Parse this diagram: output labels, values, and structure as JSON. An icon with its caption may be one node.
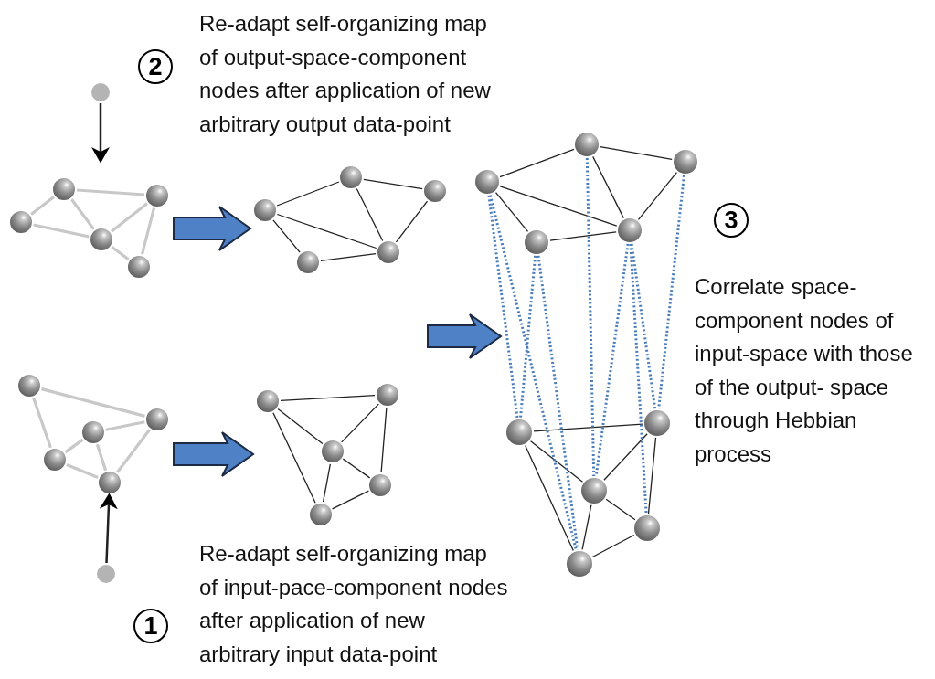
{
  "diagram": {
    "nodes": [
      {
        "text": [
          "2"
        ],
        "beside": [
          "Re-adapt self-organizing map of output-space-component nodes after application of new arbitrary output data-point"
        ]
      },
      {
        "text": [],
        "shape": "circle"
      },
      {
        "text": [],
        "shape": "circle"
      },
      {
        "text": [],
        "shape": "circle"
      },
      {
        "text": [],
        "shape": "circle"
      },
      {
        "text": [],
        "shape": "circle"
      },
      {
        "text": [],
        "shape": "circle"
      },
      {
        "text": [],
        "shape": "circle"
      },
      {
        "text": [],
        "shape": "circle"
      },
      {
        "text": [],
        "shape": "circle"
      },
      {
        "text": [],
        "shape": "circle"
      },
      {
        "text": [],
        "shape": "circle"
      },
      {
        "text": [],
        "shape": "circle"
      },
      {
        "text": [],
        "shape": "circle"
      },
      {
        "text": [],
        "shape": "circle"
      },
      {
        "text": [],
        "shape": "circle"
      },
      {
        "text": [],
        "shape": "circle"
      },
      {
        "text": [
          "3"
        ],
        "beside": [
          "Correlate space- component nodes of input-space with those of the output- space through Hebbian process"
        ]
      },
      {
        "text": [],
        "shape": "circle"
      },
      {
        "text": [],
        "shape": "circle"
      },
      {
        "text": [],
        "shape": "circle"
      },
      {
        "text": [],
        "shape": "circle"
      },
      {
        "text": [],
        "shape": "circle"
      },
      {
        "text": [],
        "shape": "circle"
      },
      {
        "text": [],
        "shape": "circle"
      },
      {
        "text": [],
        "shape": "circle"
      },
      {
        "text": [],
        "shape": "circle"
      },
      {
        "text": [],
        "shape": "circle"
      },
      {
        "text": [],
        "shape": "circle"
      },
      {
        "text": [],
        "shape": "circle"
      },
      {
        "text": [],
        "shape": "circle"
      },
      {
        "text": [],
        "shape": "circle"
      },
      {
        "text": [],
        "shape": "circle"
      },
      {
        "text": [],
        "shape": "circle"
      },
      {
        "text": [
          "1"
        ],
        "beside": [
          "Re-adapt self-organizing map of input-pace-component nodes after application of new arbitrary input data-point"
        ]
      }
    ],
    "edges": [
      {
        "from": 1,
        "to": null,
        "arrow": "to"
      },
      {
        "from": 2,
        "to": 3,
        "arrow": "none",
        "style": "thick",
        "color": "#c8c8c8"
      },
      {
        "from": 2,
        "to": 4,
        "arrow": "none",
        "style": "thick",
        "color": "#c8c8c8"
      },
      {
        "from": 2,
        "to": 5,
        "arrow": "none",
        "style": "thick",
        "color": "#c8c8c8"
      },
      {
        "from": 3,
        "to": 5,
        "arrow": "none",
        "style": "thick",
        "color": "#c8c8c8"
      },
      {
        "from": 3,
        "to": 6,
        "arrow": "none",
        "style": "thick",
        "color": "#c8c8c8"
      },
      {
        "from": 4,
        "to": 5,
        "arrow": "none",
        "style": "thick",
        "color": "#c8c8c8"
      },
      {
        "from": 5,
        "to": 6,
        "arrow": "none",
        "style": "thick",
        "color": "#c8c8c8"
      },
      {
        "from": 9,
        "to": 7,
        "arrow": "none"
      },
      {
        "from": 7,
        "to": 8,
        "arrow": "none"
      },
      {
        "from": 7,
        "to": 10,
        "arrow": "none"
      },
      {
        "from": 8,
        "to": 10,
        "arrow": "none"
      },
      {
        "from": 9,
        "to": 10,
        "arrow": "none"
      },
      {
        "from": 9,
        "to": 11,
        "arrow": "none"
      },
      {
        "from": 11,
        "to": 10,
        "arrow": "none"
      },
      {
        "from": 14,
        "to": 12,
        "arrow": "none"
      },
      {
        "from": 12,
        "to": 13,
        "arrow": "none"
      },
      {
        "from": 12,
        "to": 15,
        "arrow": "none"
      },
      {
        "from": 13,
        "to": 15,
        "arrow": "none"
      },
      {
        "from": 14,
        "to": 15,
        "arrow": "none"
      },
      {
        "from": 14,
        "to": 16,
        "arrow": "none"
      },
      {
        "from": 16,
        "to": 15,
        "arrow": "none"
      },
      {
        "from": 18,
        "to": 19,
        "arrow": "none",
        "style": "thick",
        "color": "#c8c8c8"
      },
      {
        "from": 18,
        "to": 21,
        "arrow": "none",
        "style": "thick",
        "color": "#c8c8c8"
      },
      {
        "from": 20,
        "to": 19,
        "arrow": "none",
        "style": "thick",
        "color": "#c8c8c8"
      },
      {
        "from": 20,
        "to": 21,
        "arrow": "none",
        "style": "thick",
        "color": "#c8c8c8"
      },
      {
        "from": 20,
        "to": 22,
        "arrow": "none",
        "style": "thick",
        "color": "#c8c8c8"
      },
      {
        "from": 21,
        "to": 22,
        "arrow": "none",
        "style": "thick",
        "color": "#c8c8c8"
      },
      {
        "from": 19,
        "to": 22,
        "arrow": "none",
        "style": "thick",
        "color": "#c8c8c8"
      },
      {
        "from": 23,
        "to": 24,
        "arrow": "none"
      },
      {
        "from": 23,
        "to": 25,
        "arrow": "none"
      },
      {
        "from": 23,
        "to": 27,
        "arrow": "none"
      },
      {
        "from": 24,
        "to": 25,
        "arrow": "none"
      },
      {
        "from": 24,
        "to": 26,
        "arrow": "none"
      },
      {
        "from": 25,
        "to": 26,
        "arrow": "none"
      },
      {
        "from": 25,
        "to": 27,
        "arrow": "none"
      },
      {
        "from": 27,
        "to": 26,
        "arrow": "none"
      },
      {
        "from": 28,
        "to": 29,
        "arrow": "none"
      },
      {
        "from": 28,
        "to": 30,
        "arrow": "none"
      },
      {
        "from": 28,
        "to": 32,
        "arrow": "none"
      },
      {
        "from": 29,
        "to": 30,
        "arrow": "none"
      },
      {
        "from": 29,
        "to": 31,
        "arrow": "none"
      },
      {
        "from": 30,
        "to": 31,
        "arrow": "none"
      },
      {
        "from": 30,
        "to": 32,
        "arrow": "none"
      },
      {
        "from": 32,
        "to": 31,
        "arrow": "none"
      },
      {
        "from": 14,
        "to": 28,
        "arrow": "none",
        "style": "dashed",
        "color": "#4a7ebb"
      },
      {
        "from": 14,
        "to": 32,
        "arrow": "none",
        "style": "dashed",
        "color": "#4a7ebb"
      },
      {
        "from": 16,
        "to": 28,
        "arrow": "none",
        "style": "dashed",
        "color": "#4a7ebb"
      },
      {
        "from": 16,
        "to": 32,
        "arrow": "none",
        "style": "dashed",
        "color": "#4a7ebb"
      },
      {
        "from": 12,
        "to": 30,
        "arrow": "none",
        "style": "dashed",
        "color": "#4a7ebb"
      },
      {
        "from": 15,
        "to": 30,
        "arrow": "none",
        "style": "dashed",
        "color": "#4a7ebb"
      },
      {
        "from": 15,
        "to": 31,
        "arrow": "none",
        "style": "dashed",
        "color": "#4a7ebb"
      },
      {
        "from": 13,
        "to": 29,
        "arrow": "none",
        "style": "dashed",
        "color": "#4a7ebb"
      },
      {
        "from": 15,
        "to": 29,
        "arrow": "none",
        "style": "dashed",
        "color": "#4a7ebb"
      },
      {
        "from": 33,
        "to": 22,
        "arrow": "to"
      },
      {
        "from": 3,
        "to": 9,
        "arrow": "to",
        "style": "thick",
        "color": "#4f81c7"
      },
      {
        "from": 19,
        "to": 23,
        "arrow": "to",
        "style": "thick",
        "color": "#4f81c7"
      }
    ]
  }
}
